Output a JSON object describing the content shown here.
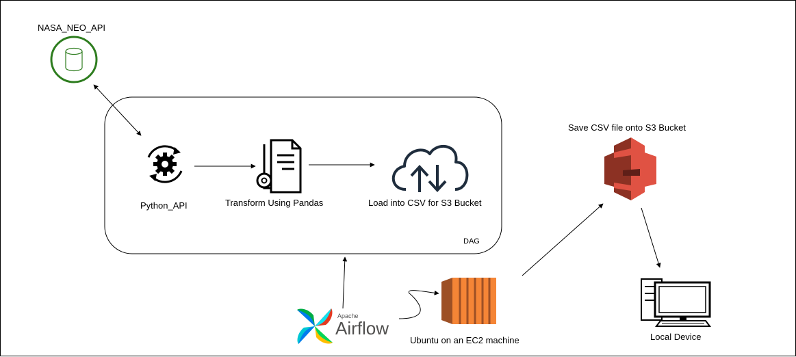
{
  "diagram": {
    "nodes": {
      "nasa_api": {
        "label": "NASA_NEO_API",
        "icon": "database-icon",
        "color": "#2e7d1f"
      },
      "python_api": {
        "label": "Python_API",
        "icon": "gear-sync-icon"
      },
      "transform": {
        "label": "Transform Using Pandas",
        "icon": "document-gear-icon"
      },
      "load_csv": {
        "label": "Load into CSV for S3 Bucket",
        "icon": "cloud-upload-download-icon"
      },
      "s3_bucket": {
        "label": "Save CSV file onto S3 Bucket",
        "icon": "aws-s3-icon",
        "colors": [
          "#e05243",
          "#8c3123"
        ]
      },
      "local_device": {
        "label": "Local Device",
        "icon": "desktop-computer-icon"
      },
      "ec2": {
        "label": "Ubuntu on an EC2 machine",
        "icon": "aws-ec2-icon",
        "colors": [
          "#f58536",
          "#9d5025"
        ]
      },
      "airflow": {
        "brand": "Apache",
        "name": "Airflow",
        "icon": "airflow-pinwheel-icon"
      }
    },
    "container": {
      "label": "DAG"
    }
  }
}
